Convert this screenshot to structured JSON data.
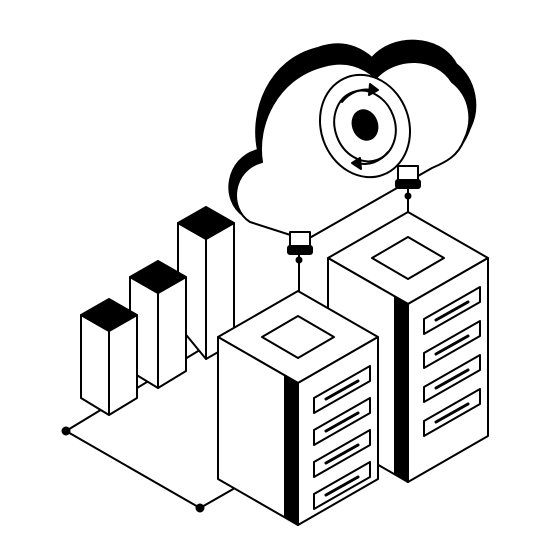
{
  "illustration": {
    "style": "isometric line art",
    "stroke_color": "#000000",
    "fill_color": "#ffffff",
    "background_color": "#ffffff",
    "elements": {
      "cloud": {
        "icon": "cloud-sync-icon"
      },
      "servers": [
        {
          "icon": "server-rack-icon",
          "slots": 4
        },
        {
          "icon": "server-rack-icon",
          "slots": 4
        }
      ],
      "bars": {
        "icon": "bar-chart-icon",
        "count": 3
      }
    }
  }
}
